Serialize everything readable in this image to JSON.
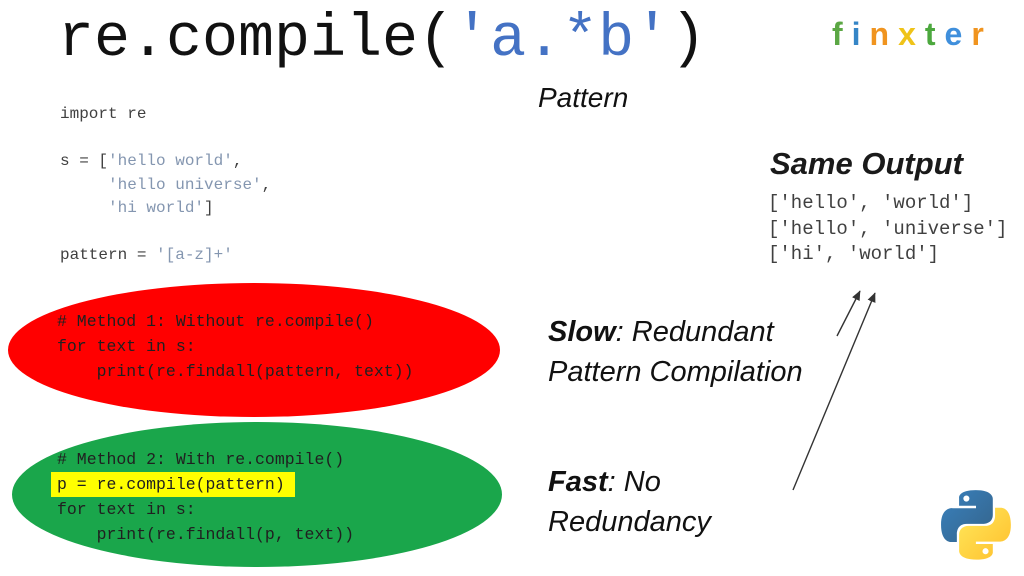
{
  "colors": {
    "accent_blue": "#4472C4",
    "string_blue": "#8496B0",
    "code_text": "#404040",
    "ellipse_code_text": "#202020",
    "ellipse_red": "#FF0000",
    "ellipse_green": "#1AA64B",
    "highlight_yellow": "#FFFF00",
    "arrow": "#333333"
  },
  "title": {
    "prefix": "re.compile(",
    "pattern_arg": "'a.*b'",
    "suffix": ")",
    "annotation": "Pattern"
  },
  "brand": {
    "name": "finxter",
    "letters": [
      {
        "char": "f",
        "color": "#5BA744"
      },
      {
        "char": "i",
        "color": "#3585C6"
      },
      {
        "char": "n",
        "color": "#F0941F"
      },
      {
        "char": "x",
        "color": "#EFC319"
      },
      {
        "char": "t",
        "color": "#4CA83E"
      },
      {
        "char": "e",
        "color": "#3F8FDC"
      },
      {
        "char": "r",
        "color": "#F0941F"
      }
    ]
  },
  "setup_code": {
    "lines": [
      {
        "segments": [
          {
            "t": "import re"
          }
        ]
      },
      {
        "segments": [
          {
            "t": " "
          }
        ]
      },
      {
        "segments": [
          {
            "t": "s = ["
          },
          {
            "t": "'hello world'",
            "k": "str"
          },
          {
            "t": ","
          }
        ]
      },
      {
        "segments": [
          {
            "t": "     "
          },
          {
            "t": "'hello universe'",
            "k": "str"
          },
          {
            "t": ","
          }
        ]
      },
      {
        "segments": [
          {
            "t": "     "
          },
          {
            "t": "'hi world'",
            "k": "str"
          },
          {
            "t": "]"
          }
        ]
      },
      {
        "segments": [
          {
            "t": " "
          }
        ]
      },
      {
        "segments": [
          {
            "t": "pattern = "
          },
          {
            "t": "'[a-z]+'",
            "k": "str"
          }
        ]
      }
    ]
  },
  "same_output": {
    "heading": "Same Output",
    "lines": [
      "['hello', 'world']",
      "['hello', 'universe']",
      "['hi', 'world']"
    ]
  },
  "method1": {
    "label": {
      "bold": "Slow",
      "rest": ": Redundant",
      "line2": "Pattern Compilation"
    },
    "code": {
      "lines": [
        {
          "segments": [
            {
              "t": "# Method 1: Without re.compile()"
            }
          ]
        },
        {
          "segments": [
            {
              "t": "for text in s:"
            }
          ]
        },
        {
          "segments": [
            {
              "t": "    print(re.findall(pattern, text))"
            }
          ]
        }
      ]
    }
  },
  "method2": {
    "label": {
      "bold": "Fast",
      "rest": ": No",
      "line2": "Redundancy"
    },
    "code": {
      "lines": [
        {
          "segments": [
            {
              "t": "# Method 2: With re.compile()"
            }
          ]
        },
        {
          "segments": [
            {
              "t": "p = re.compile(pattern)"
            }
          ],
          "hl": true
        },
        {
          "segments": [
            {
              "t": "for text in s:"
            }
          ]
        },
        {
          "segments": [
            {
              "t": "    print(re.findall(p, text))"
            }
          ]
        }
      ]
    }
  },
  "icons": {
    "python_logo": "python-logo"
  }
}
